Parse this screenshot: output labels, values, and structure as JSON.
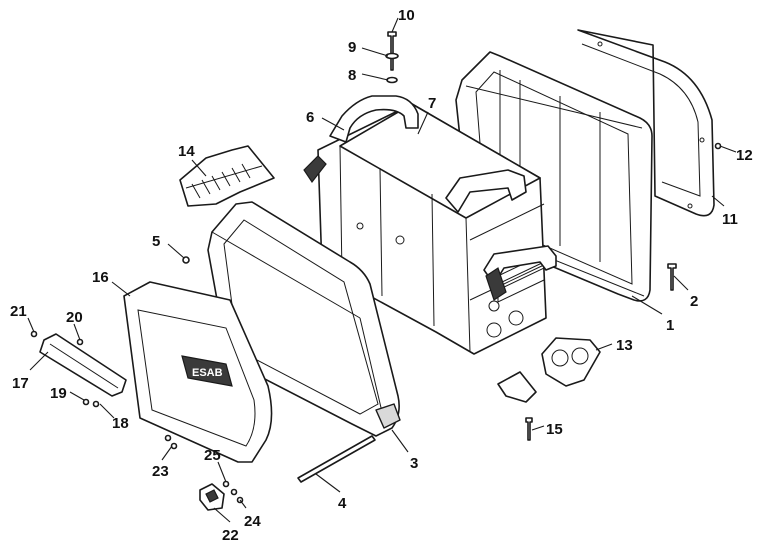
{
  "colors": {
    "line": "#1a1a1a",
    "fill": "#ffffff",
    "shade": "#d9d9d9",
    "dark": "#3a3a3a"
  },
  "brand": {
    "logo_text": "ESAB"
  },
  "callouts": {
    "c1": "1",
    "c2": "2",
    "c3": "3",
    "c4": "4",
    "c5": "5",
    "c6": "6",
    "c7": "7",
    "c8": "8",
    "c9": "9",
    "c10": "10",
    "c11": "11",
    "c12": "12",
    "c13": "13",
    "c14": "14",
    "c15": "15",
    "c16": "16",
    "c17": "17",
    "c18": "18",
    "c19": "19",
    "c20": "20",
    "c21": "21",
    "c22": "22",
    "c23": "23",
    "c24": "24",
    "c25": "25"
  }
}
